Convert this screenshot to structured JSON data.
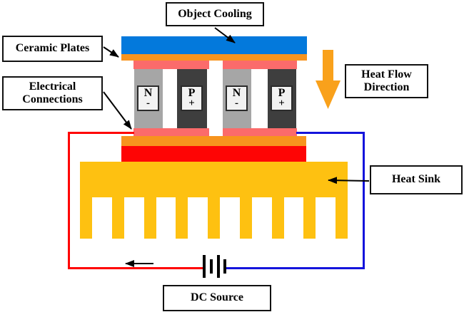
{
  "labels": {
    "object_cooling": "Object Cooling",
    "ceramic_plates": "Ceramic Plates",
    "electrical_connections_line1": "Electrical",
    "electrical_connections_line2": "Connections",
    "heat_flow_line1": "Heat Flow",
    "heat_flow_line2": "Direction",
    "heat_sink": "Heat Sink",
    "dc_source": "DC Source"
  },
  "pellets": [
    {
      "type": "N",
      "sign": "-"
    },
    {
      "type": "P",
      "sign": "+"
    },
    {
      "type": "N",
      "sign": "-"
    },
    {
      "type": "P",
      "sign": "+"
    }
  ],
  "heatsink": {
    "fin_count": 9
  },
  "colors": {
    "cold_plate_blue": "#0379DC",
    "ceramic_orange": "#F7941E",
    "connector_salmon": "#FB6B6B",
    "hot_plate_red": "#FE0505",
    "heat_sink_gold": "#FEC111",
    "n_pellet_gray": "#A6A6A6",
    "p_pellet_dark": "#3E3E3E",
    "wire_red": "#FF0000",
    "wire_blue": "#1414DC",
    "heat_arrow_orange": "#F9A11B"
  }
}
